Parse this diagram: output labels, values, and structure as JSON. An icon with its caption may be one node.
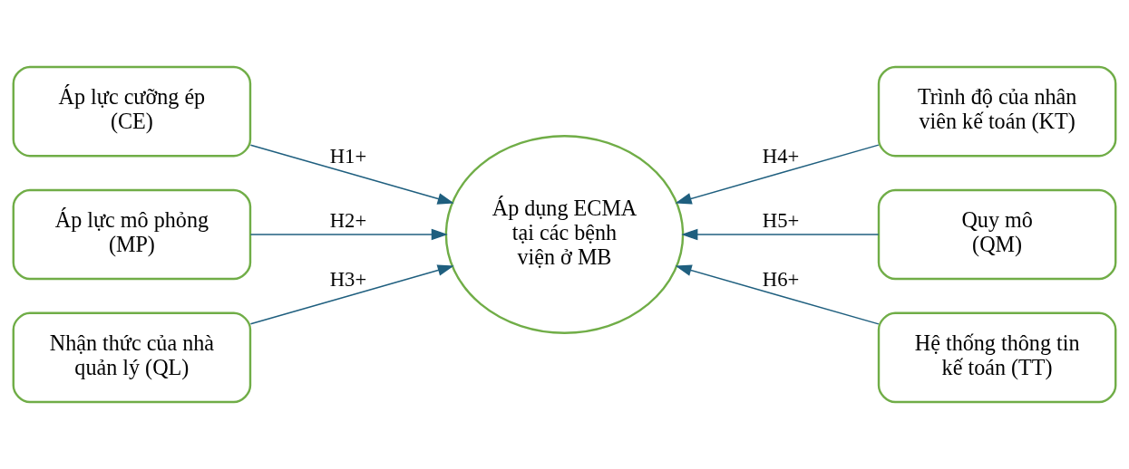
{
  "diagram": {
    "nodes": [
      {
        "text": [
          "Áp lực cưỡng ép (CE)"
        ]
      },
      {
        "text": [
          "Áp lực mô phỏng (MP)"
        ]
      },
      {
        "text": [
          "Nhận thức của nhà quản lý (QL)"
        ]
      },
      {
        "text": [
          "Áp dụng ECMA tại các bệnh viện ở MB"
        ]
      },
      {
        "text": [
          "Trình độ của nhân viên kế toán (KT)"
        ]
      },
      {
        "text": [
          "Quy mô (QM)"
        ]
      },
      {
        "text": [
          "Hệ thống thông tin kế toán (TT)"
        ]
      }
    ],
    "edges": [
      {
        "from": 0,
        "to": 3,
        "arrow": "to",
        "label": "H1+"
      },
      {
        "from": 1,
        "to": 3,
        "arrow": "to",
        "label": "H2+"
      },
      {
        "from": 2,
        "to": 3,
        "arrow": "to",
        "label": "H3+"
      },
      {
        "from": 4,
        "to": 3,
        "arrow": "to",
        "label": "H4+"
      },
      {
        "from": 5,
        "to": 3,
        "arrow": "to",
        "label": "H5+"
      },
      {
        "from": 6,
        "to": 3,
        "arrow": "to",
        "label": "H6+"
      }
    ]
  }
}
